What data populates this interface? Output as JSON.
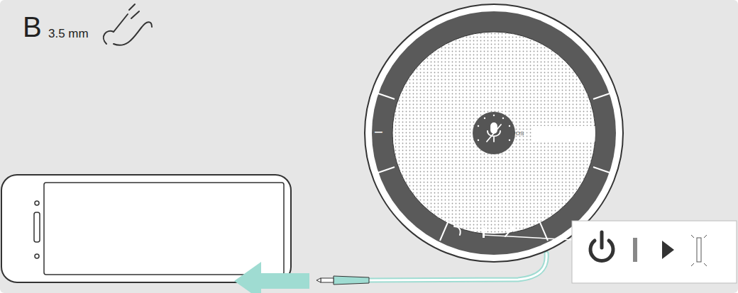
{
  "diagram": {
    "labels": [
      "B",
      "3.5 mm",
      "EPOS",
      "−",
      "+"
    ]
  }
}
